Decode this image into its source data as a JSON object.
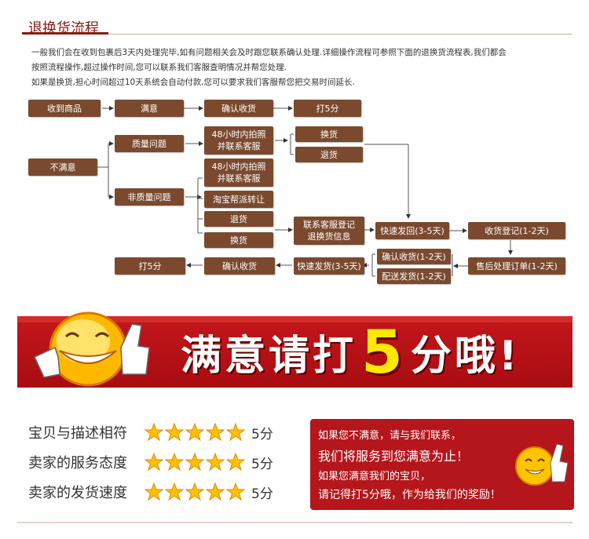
{
  "header": {
    "title": "退换货流程"
  },
  "intro": {
    "line1": "一般我们会在收到包裹后3天内处理完毕,如有问题相关会及时跟您联系确认处理.详细操作流程可参照下面的退换货流程表,我们都会",
    "line2": "按照流程操作,超过操作时间,您可以联系我们客服查明情况并帮您处理.",
    "line3": "如果是换货,担心时间超过10天系统会自动付款,您可以要求我们客服帮您把交易时间延长."
  },
  "flow": {
    "received": "收到商品",
    "satisfied": "满意",
    "confirm_top": "确认收货",
    "rate_top": "打5分",
    "unsatisfied": "不满意",
    "quality_issue": "质量问题",
    "non_quality_issue": "非质量问题",
    "photo1_line1": "48小时内拍照",
    "photo1_line2": "并联系客服",
    "photo2_line1": "48小时内拍照",
    "photo2_line2": "并联系客服",
    "taobao": "淘宝帮派转让",
    "exchange_top": "换货",
    "return_top": "退货",
    "return_mid": "退货",
    "exchange_mid": "换货",
    "register_line1": "联系客服登记",
    "register_line2": "退换货信息",
    "ship_back": "快速发回(3-5天)",
    "receive_register": "收货登记(1-2天)",
    "aftersale": "售后处理订单(1-2天)",
    "confirm_mid": "确认收货(1-2天)",
    "deliver_mid": "配送发货(1-2天)",
    "fast_ship": "快速发货(3-5天)",
    "confirm_bottom": "确认收货",
    "rate_bottom": "打5分"
  },
  "banner": {
    "text_before": "满意请打",
    "number": "5",
    "text_after": "分哦!"
  },
  "ratings": [
    {
      "label": "宝贝与描述相符",
      "stars": 5,
      "score": "5分"
    },
    {
      "label": "卖家的服务态度",
      "stars": 5,
      "score": "5分"
    },
    {
      "label": "卖家的发货速度",
      "stars": 5,
      "score": "5分"
    }
  ],
  "contact": {
    "line1": "如果您不满意，请与我们联系，",
    "line2": "我们将服务到您满意为止！",
    "line3": "如果您满意我们的宝贝，",
    "line4": "请记得打5分哦，作为给我们的奖励！"
  },
  "colors": {
    "box": "#7b4a2e",
    "banner_red": "#b5161b",
    "star_yellow": "#ffc000",
    "five_yellow": "#ffe800"
  }
}
